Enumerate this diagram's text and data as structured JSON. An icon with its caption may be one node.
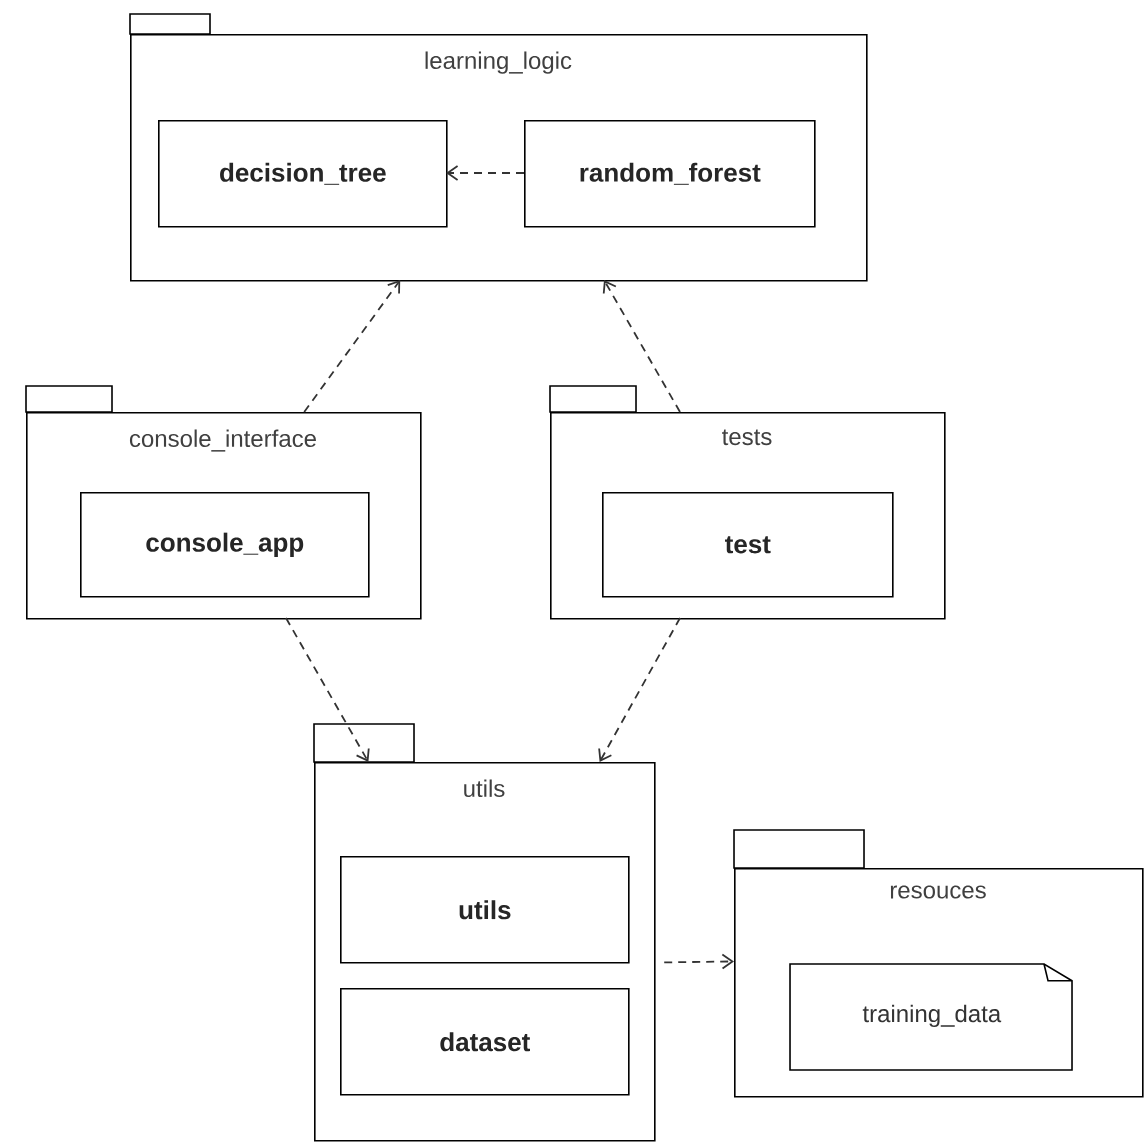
{
  "diagram": {
    "nodes": [
      {
        "text": [
          "learning_logic"
        ]
      },
      {
        "text": [
          "decision_tree"
        ],
        "in": 0
      },
      {
        "text": [
          "random_forest"
        ],
        "in": 0
      },
      {
        "text": [
          "console_interface"
        ]
      },
      {
        "text": [
          "console_app"
        ],
        "in": 3
      },
      {
        "text": [
          "tests"
        ]
      },
      {
        "text": [
          "test"
        ],
        "in": 5
      },
      {
        "text": [
          "utils"
        ]
      },
      {
        "text": [
          "utils"
        ],
        "in": 7
      },
      {
        "text": [
          "dataset"
        ],
        "in": 7
      },
      {
        "text": [
          "resouces"
        ]
      },
      {
        "text": [
          "training_data"
        ],
        "in": 10
      }
    ],
    "edges": [
      {
        "from": 2,
        "to": 1,
        "arrow": "to",
        "style": "dashed"
      },
      {
        "from": 3,
        "to": 0,
        "arrow": "to",
        "style": "dashed"
      },
      {
        "from": 5,
        "to": 0,
        "arrow": "to",
        "style": "dashed"
      },
      {
        "from": 3,
        "to": 7,
        "arrow": "to",
        "style": "dashed"
      },
      {
        "from": 5,
        "to": 7,
        "arrow": "to",
        "style": "dashed"
      },
      {
        "from": 7,
        "to": 10,
        "arrow": "to",
        "style": "dashed"
      }
    ]
  }
}
